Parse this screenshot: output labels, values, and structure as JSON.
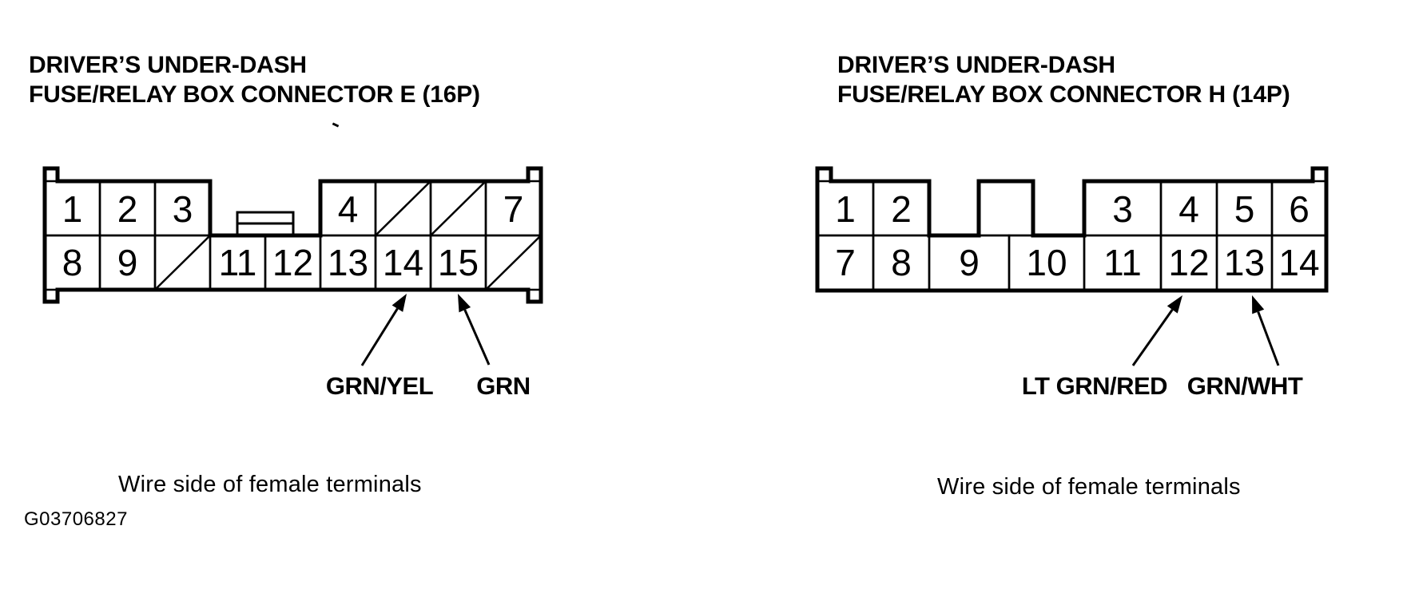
{
  "page": {
    "background": "#ffffff",
    "ink": "#000000"
  },
  "figure_code": "G03706827",
  "connectors": [
    {
      "name": "E",
      "title_line1": "DRIVER’S UNDER-DASH",
      "title_line2": "FUSE/RELAY BOX CONNECTOR E (16P)",
      "caption": "Wire side of female terminals",
      "top_pins": [
        "1",
        "2",
        "3",
        "4",
        "7"
      ],
      "bottom_pins": [
        "8",
        "9",
        "11",
        "12",
        "13",
        "14",
        "15"
      ],
      "wire_labels": [
        {
          "label": "GRN/YEL",
          "points_to_pin": "14"
        },
        {
          "label": "GRN",
          "points_to_pin": "15"
        }
      ]
    },
    {
      "name": "H",
      "title_line1": "DRIVER’S UNDER-DASH",
      "title_line2": "FUSE/RELAY BOX CONNECTOR H (14P)",
      "caption": "Wire side of female terminals",
      "top_pins": [
        "1",
        "2",
        "3",
        "4",
        "5",
        "6"
      ],
      "bottom_pins": [
        "7",
        "8",
        "9",
        "10",
        "11",
        "12",
        "13",
        "14"
      ],
      "wire_labels": [
        {
          "label": "LT GRN/RED",
          "points_to_pin": "12"
        },
        {
          "label": "GRN/WHT",
          "points_to_pin": "13"
        }
      ]
    }
  ]
}
